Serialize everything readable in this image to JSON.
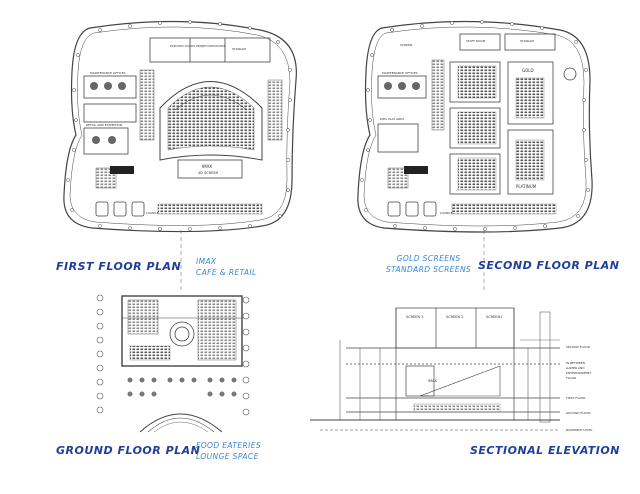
{
  "titles": {
    "first_floor": "FIRST FLOOR PLAN",
    "second_floor": "SECOND FLOOR PLAN",
    "ground_floor": "GROUND FLOOR PLAN",
    "sectional": "SECTIONAL ELEVATION"
  },
  "notes": {
    "imax": "IMAX",
    "cafe": "CAFE & RETAIL",
    "gold_screens": "GOLD SCREENS",
    "standard_screens": "STANDARD SCREENS",
    "food": "FOOD EATERIES",
    "lounge": "LOUNGE SPACE"
  },
  "first_plan_labels": {
    "electric_room": "ELECTRIC ROOM",
    "projection_room": "PROJECTION ROOM",
    "storage": "STORAGE",
    "maintenance": "MAINTENANCE OFFICES",
    "retail": "RETAIL AND EXHIBITION",
    "imax_screen": "IMAX",
    "screen_4d": "4D SCREEN",
    "lounge": "LOUNGE"
  },
  "second_plan_labels": {
    "screen": "SCREEN",
    "staff_room": "STAFF ROOM",
    "storage": "STORAGE",
    "maintenance": "MAINTENANCE OFFICES",
    "kids_play": "KIDS PLAY AREA",
    "gold": "GOLD",
    "platinum": "PLATINUM",
    "lounge": "LOUNGE"
  },
  "section_labels": {
    "screen3": "SCREEN 3",
    "screen2": "SCREEN 2",
    "screen1": "SCREEN1",
    "imax": "IMAX",
    "second_floor": "SECOND FLOOR",
    "in_between_1": "IN BETWEEN",
    "in_between_2": "GAMER AND",
    "in_between_3": "ENTERTAINMENT",
    "in_between_4": "FLOOR",
    "first_floor": "FIRST FLOOR",
    "ground_floor": "GROUND FLOOR",
    "basement": "BASEMENT LEVEL"
  },
  "colors": {
    "title_blue": "#1f3f9a",
    "note_blue": "#3a86d6",
    "line": "#444444"
  }
}
